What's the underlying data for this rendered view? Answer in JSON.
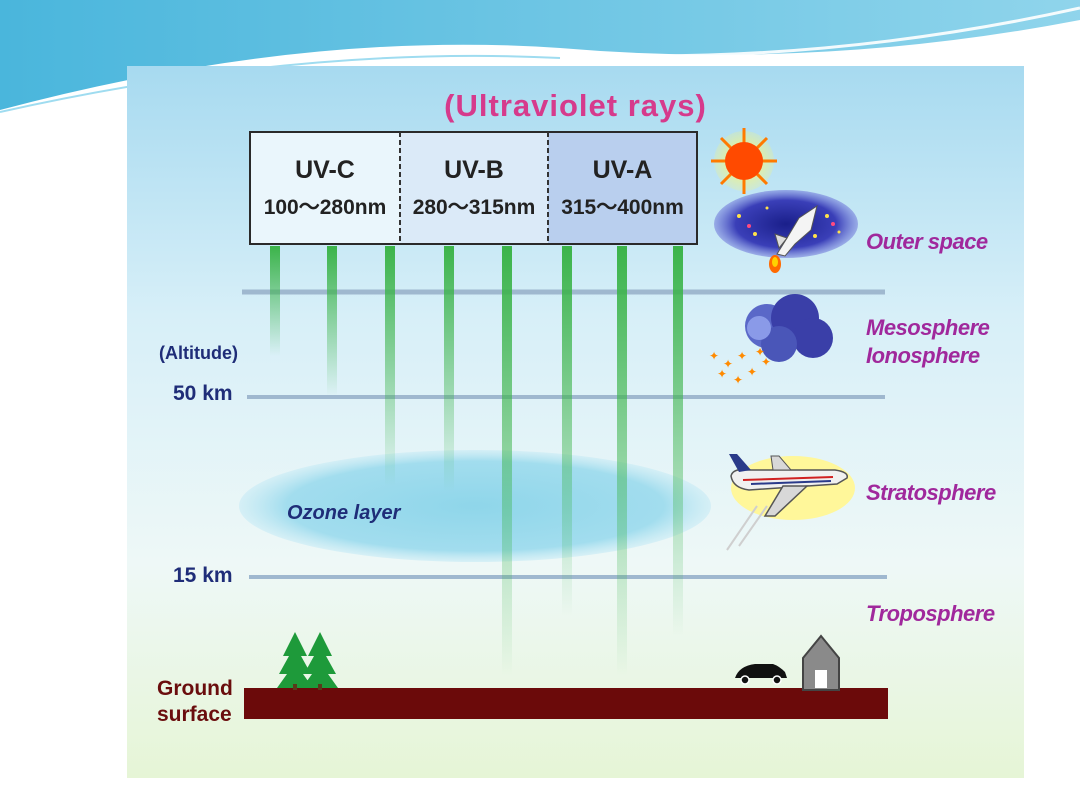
{
  "title": "(Ultraviolet rays)",
  "uv_bands": [
    {
      "name": "UV-C",
      "range": "100～280nm"
    },
    {
      "name": "UV-B",
      "range": "280～315nm"
    },
    {
      "name": "UV-A",
      "range": "315～400nm"
    }
  ],
  "altitude": {
    "heading": "(Altitude)",
    "upper": "50 km",
    "lower": "15 km"
  },
  "layers": {
    "outer_space": "Outer space",
    "mesosphere": "Mesosphere",
    "ionosphere": "Ionosphere",
    "stratosphere": "Stratosphere",
    "troposphere": "Troposphere"
  },
  "ozone_label": "Ozone layer",
  "ground": {
    "line1": "Ground",
    "line2": "surface"
  },
  "colors": {
    "title": "#d63a8c",
    "layer_labels": "#a0289c",
    "altitude_labels": "#1f2d78",
    "ground": "#6b0a0a",
    "rays": "#3cb44a",
    "ozone": "#8fd6ea"
  }
}
